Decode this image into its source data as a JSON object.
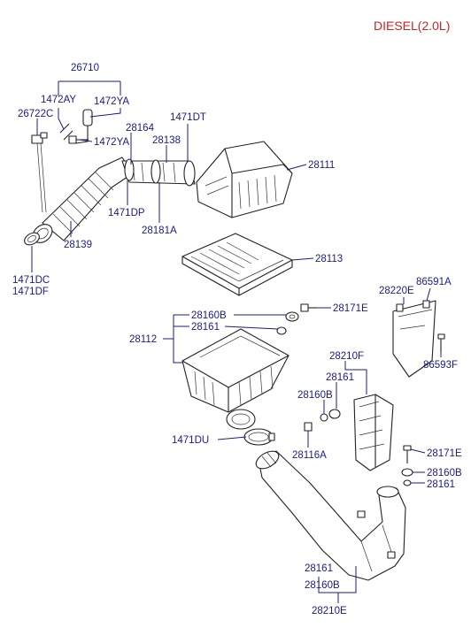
{
  "title": "DIESEL(2.0L)",
  "labels": {
    "p26710": "26710",
    "p1472AY": "1472AY",
    "p1472YA_a": "1472YA",
    "p26722C": "26722C",
    "p1472YA_b": "1472YA",
    "p28164": "28164",
    "p1471DT": "1471DT",
    "p28138": "28138",
    "p28111": "28111",
    "p1471DP": "1471DP",
    "p28181A": "28181A",
    "p28139": "28139",
    "p1471DC": "1471DC",
    "p1471DF": "1471DF",
    "p28113": "28113",
    "p28220E": "28220E",
    "p86591A": "86591A",
    "p28160B_a": "28160B",
    "p28171E_a": "28171E",
    "p28161_a": "28161",
    "p28112": "28112",
    "p86593F": "86593F",
    "p28210F": "28210F",
    "p28161_b": "28161",
    "p28160B_b": "28160B",
    "p1471DU": "1471DU",
    "p28116A": "28116A",
    "p28171E_b": "28171E",
    "p28160B_c": "28160B",
    "p28161_c": "28161",
    "p28161_d": "28161",
    "p28160B_d": "28160B",
    "p28210E": "28210E"
  }
}
